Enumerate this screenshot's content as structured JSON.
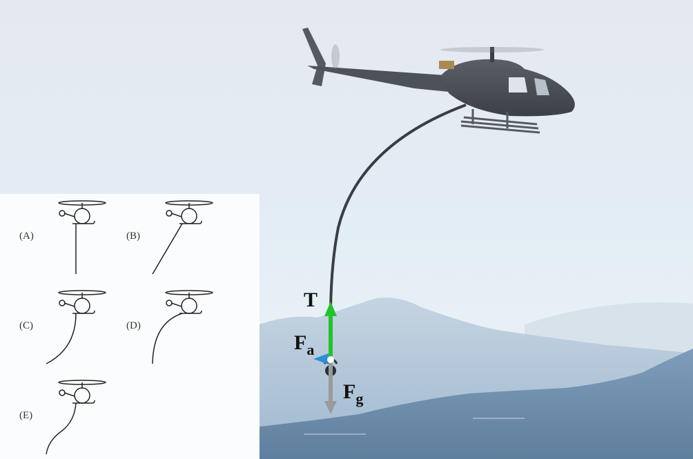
{
  "scene": {
    "description": "Helicopter towing a load on a curved cable over mountains, free-body diagram on load",
    "colors": {
      "sky_top": "#e6ebf1",
      "sky_bottom": "#eef4f8",
      "far_mountain": "#a9c0d6",
      "near_forest": "#6f8eac",
      "cable": "#3a3d42",
      "helicopter": "#4a4e55",
      "tension_arrow": "#22c32a",
      "gravity_arrow": "#9a9a9a",
      "air_arrow": "#2a8fd8"
    }
  },
  "forces": {
    "tension": {
      "symbol": "T",
      "sub": ""
    },
    "air": {
      "symbol": "F",
      "sub": "a"
    },
    "gravity": {
      "symbol": "F",
      "sub": "g"
    }
  },
  "options": [
    {
      "label": "(A)",
      "cable": "vertical straight"
    },
    {
      "label": "(B)",
      "cable": "straight angled back"
    },
    {
      "label": "(C)",
      "cable": "curved, concave trailing"
    },
    {
      "label": "(D)",
      "cable": "curved, hanging vertical at end"
    },
    {
      "label": "(E)",
      "cable": "S-curve"
    }
  ]
}
